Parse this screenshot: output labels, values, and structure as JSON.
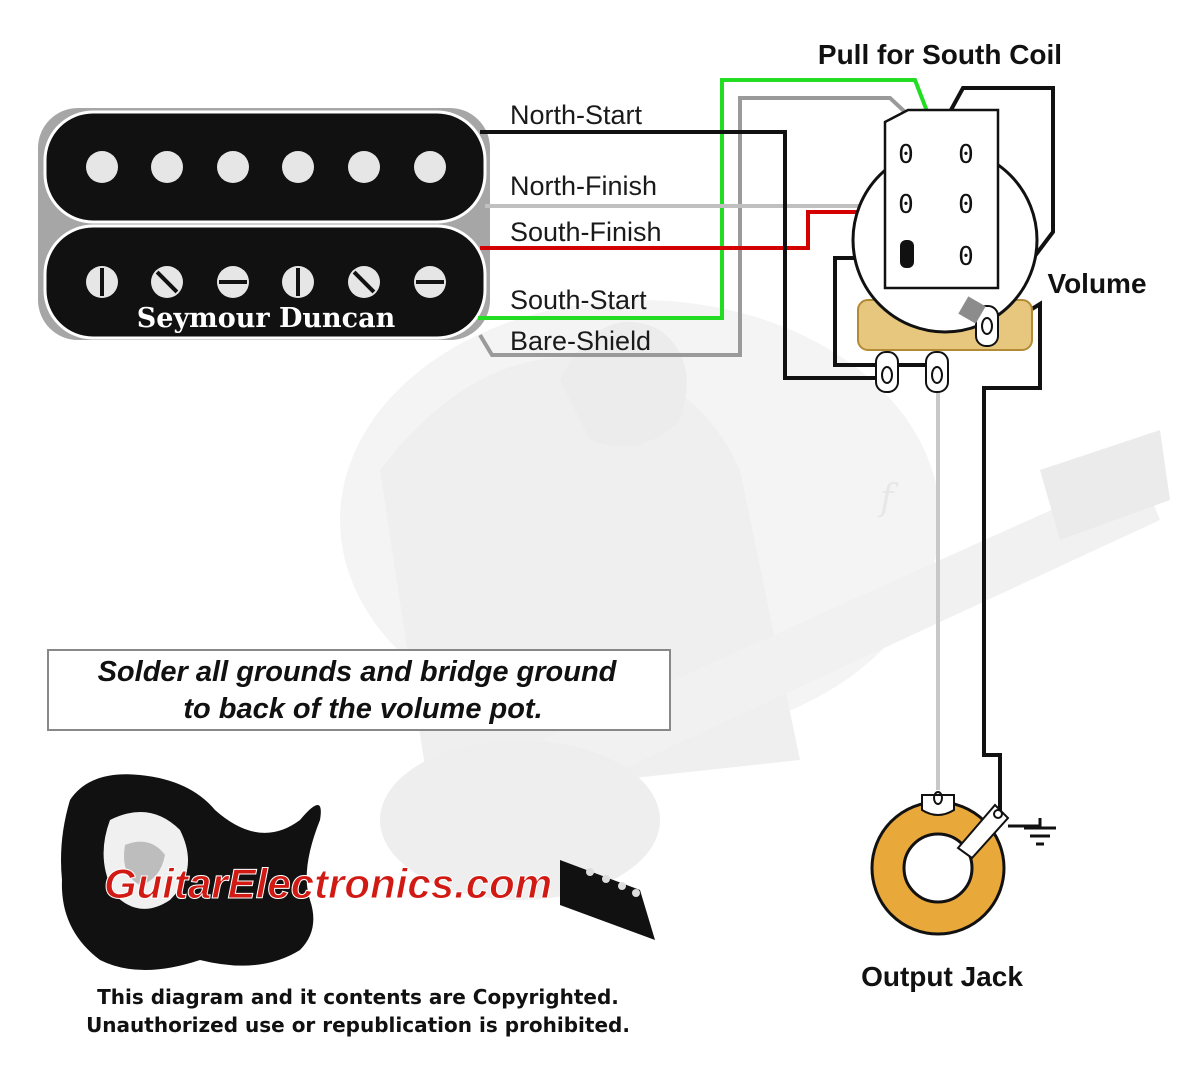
{
  "pickup": {
    "brand": "Seymour Duncan"
  },
  "wires": {
    "north_start": "North-Start",
    "north_finish": "North-Finish",
    "south_finish": "South-Finish",
    "south_start": "South-Start",
    "bare_shield": "Bare-Shield"
  },
  "switch": {
    "label": "Pull for South Coil",
    "lug": "0"
  },
  "volume": {
    "label": "Volume"
  },
  "jack": {
    "label": "Output Jack"
  },
  "note": {
    "line1": "Solder all grounds and bridge ground",
    "line2": "to back of the volume pot."
  },
  "logo": {
    "text": "GuitarElectronics.com"
  },
  "copyright": {
    "line1": "This diagram and it contents are Copyrighted.",
    "line2": "Unauthorized use or republication is prohibited."
  },
  "colors": {
    "north_start": "#111111",
    "north_finish": "#bdbdbd",
    "south_finish": "#d40000",
    "south_start": "#22dd22",
    "bare_shield": "#9a9a9a",
    "pot_body": "#e7c77e",
    "jack_ring": "#e9a93a"
  }
}
